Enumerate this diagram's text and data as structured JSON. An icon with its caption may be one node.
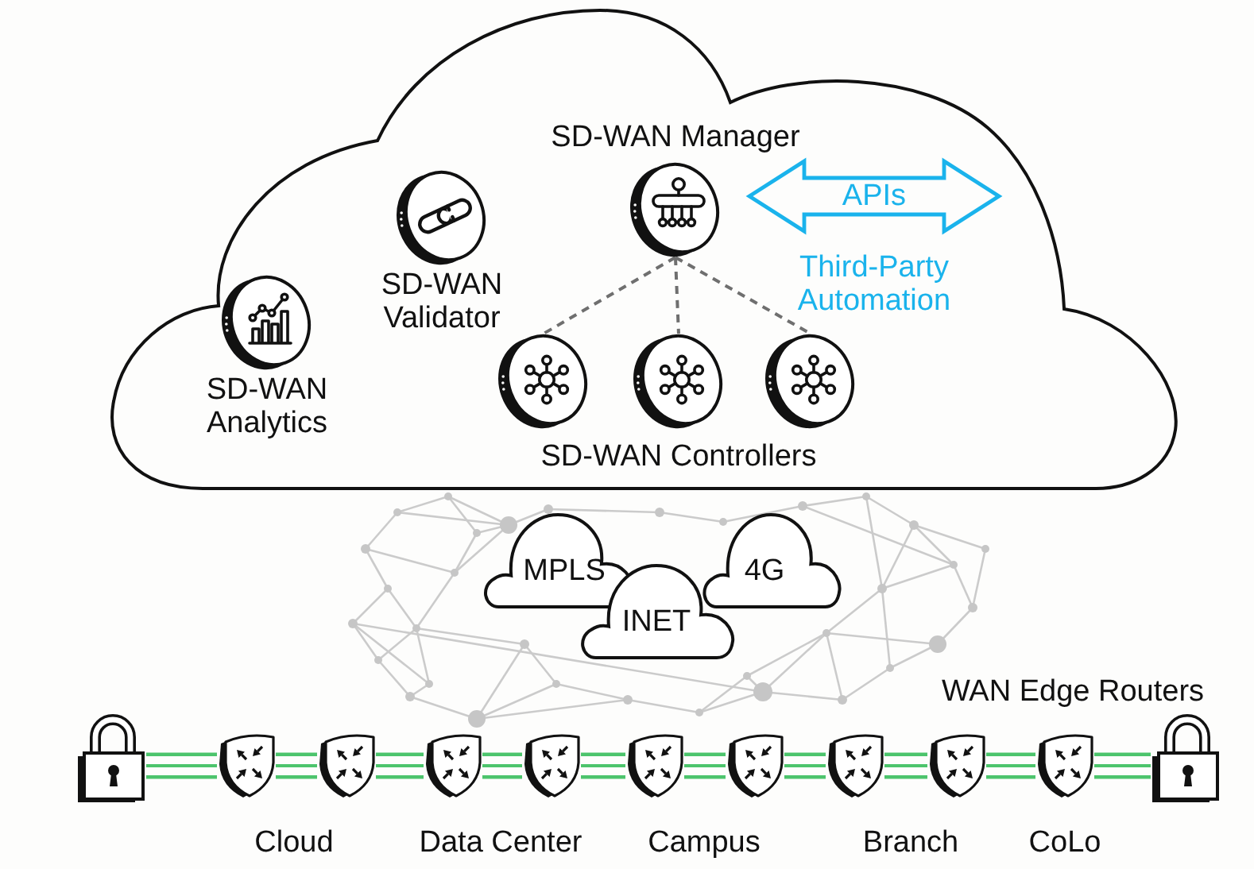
{
  "diagram": {
    "nodes": [
      {
        "text": [],
        "shape": "cloud"
      },
      {
        "text": [
          "SD-WAN Manager"
        ],
        "in": 0
      },
      {
        "text": [
          "APIs"
        ],
        "beside": [
          "Third-Party Automation"
        ],
        "in": 0
      },
      {
        "text": [
          "SD-WAN Validator"
        ],
        "in": 0
      },
      {
        "text": [
          "SD-WAN Analytics"
        ],
        "in": 0
      },
      {
        "text": [],
        "shape": "circle",
        "in": 0
      },
      {
        "text": [],
        "shape": "circle",
        "in": 0
      },
      {
        "text": [],
        "shape": "circle",
        "in": 0
      },
      {
        "text": [
          "MPLS"
        ]
      },
      {
        "text": [
          "4G"
        ]
      },
      {
        "text": [
          "INET"
        ]
      },
      {
        "text": [],
        "shape": "padlock"
      },
      {
        "text": [],
        "shape": "shield"
      },
      {
        "text": [],
        "shape": "shield"
      },
      {
        "text": [],
        "shape": "shield"
      },
      {
        "text": [],
        "shape": "shield"
      },
      {
        "text": [],
        "shape": "shield"
      },
      {
        "text": [],
        "shape": "shield"
      },
      {
        "text": [],
        "shape": "shield"
      },
      {
        "text": [],
        "shape": "shield"
      },
      {
        "text": [],
        "shape": "shield"
      },
      {
        "text": [],
        "shape": "padlock"
      }
    ],
    "edges": [
      {
        "from": 1,
        "to": 5,
        "arrow": "none",
        "style": "dashed",
        "color": "#6f6f6f"
      },
      {
        "from": 1,
        "to": 6,
        "arrow": "none",
        "style": "dashed",
        "color": "#6f6f6f"
      },
      {
        "from": 1,
        "to": 7,
        "arrow": "none",
        "style": "dashed",
        "color": "#6f6f6f"
      },
      {
        "from": 11,
        "to": 12,
        "arrow": "none",
        "color": "#4cc46c"
      },
      {
        "from": 12,
        "to": 13,
        "arrow": "none",
        "color": "#4cc46c"
      },
      {
        "from": 13,
        "to": 14,
        "arrow": "none",
        "color": "#4cc46c"
      },
      {
        "from": 14,
        "to": 15,
        "arrow": "none",
        "color": "#4cc46c"
      },
      {
        "from": 15,
        "to": 16,
        "arrow": "none",
        "color": "#4cc46c"
      },
      {
        "from": 16,
        "to": 17,
        "arrow": "none",
        "color": "#4cc46c"
      },
      {
        "from": 17,
        "to": 18,
        "arrow": "none",
        "color": "#4cc46c"
      },
      {
        "from": 18,
        "to": 19,
        "arrow": "none",
        "color": "#4cc46c"
      },
      {
        "from": 19,
        "to": 20,
        "arrow": "none",
        "color": "#4cc46c"
      },
      {
        "from": 20,
        "to": 21,
        "arrow": "none",
        "color": "#4cc46c"
      }
    ],
    "labels": [
      "SD-WAN Controllers",
      "WAN Edge Routers",
      "Cloud",
      "Data Center",
      "Campus",
      "Branch",
      "CoLo"
    ]
  }
}
